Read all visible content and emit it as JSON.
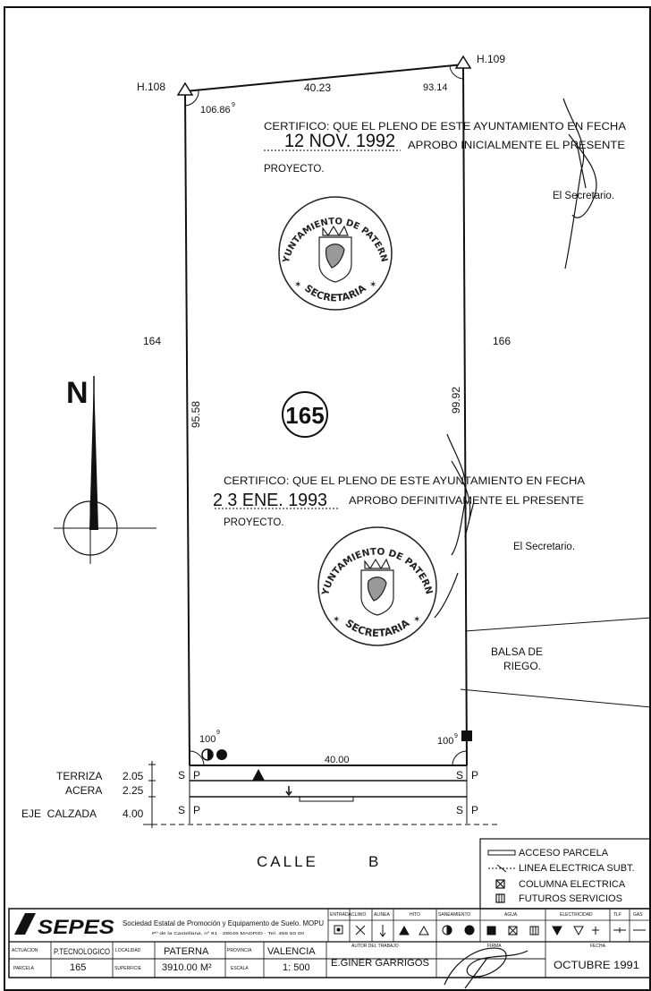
{
  "plan": {
    "markers": {
      "h108": "H.108",
      "h109": "H.109"
    },
    "angles": {
      "top_left": "106.86",
      "top_left_sup": "9",
      "top_right": "93.14",
      "bottom_left": "100",
      "bottom_left_sup": "9",
      "bottom_right": "100",
      "bottom_right_sup": "9"
    },
    "dimensions": {
      "top": "40.23",
      "left": "95.58",
      "right": "99.92",
      "bottom": "40.00"
    },
    "neighbors": {
      "left": "164",
      "right": "166"
    },
    "parcel_number": "165",
    "north_label": "N",
    "pool_label_1": "BALSA DE",
    "pool_label_2": "RIEGO.",
    "street": {
      "name": "CALLE",
      "letter": "B"
    },
    "sections": [
      {
        "label": "TERRIZA",
        "value": "2.05"
      },
      {
        "label": "ACERA",
        "value": "2.25"
      },
      {
        "label": "EJE  CALZADA",
        "value": "4.00"
      }
    ],
    "sp_left": "S",
    "sp_right": "P"
  },
  "certificates": [
    {
      "line1": "CERTIFICO: QUE EL PLENO DE ESTE AYUNTAMIENTO EN FECHA",
      "date": "12 NOV. 1992",
      "line2": "APROBO INICIALMENTE EL PRESENTE",
      "line3": "PROYECTO.",
      "secretary": "El Secretario."
    },
    {
      "line1": "CERTIFICO: QUE EL PLENO DE ESTE AYUNTAMIENTO EN FECHA",
      "date": "2 3 ENE. 1993",
      "line2": "APROBO DEFINITIVAMENTE EL PRESENTE",
      "line3": "PROYECTO.",
      "secretary": "El Secretario."
    }
  ],
  "seal": {
    "top": "AYUNTAMIENTO DE PATERNA",
    "bottom": "SECRETARIA"
  },
  "legend": [
    {
      "label": "ACCESO PARCELA",
      "icon": "access-line"
    },
    {
      "label": "LINEA ELECTRICA SUBT.",
      "icon": "dashed-line"
    },
    {
      "label": "COLUMNA ELECTRICA",
      "icon": "box-x"
    },
    {
      "label": "FUTUROS SERVICIOS",
      "icon": "box-bars"
    }
  ],
  "title_block": {
    "logo": "SEPES",
    "company": "Sociedad Estatal de Promoción y Equipamento de Suelo. MOPU",
    "address": "Pº de la Castellana, nº 91 · 28046 MADRID · Tel. 456 50 00",
    "services": {
      "entrada": "ENTRADA",
      "cliwo": "CLIWO",
      "alinea": "ALINEA",
      "hito": "HITO",
      "saneamiento": "SANEAMIENTO",
      "agua": "AGUA",
      "electricidad": "ELECTRICIDAD",
      "tlf": "TLF",
      "gas": "GAS"
    },
    "actuacion_label": "ACTUACION",
    "actuacion": "P.TECNOLOGICO",
    "localidad_label": "LOCALIDAD",
    "localidad": "PATERNA",
    "provincia_label": "PROVINCIA",
    "provincia": "VALENCIA",
    "parcela_label": "PARCELA",
    "parcela": "165",
    "superficie_label": "SUPERFICIE",
    "superficie": "3910.00 M²",
    "escala_label": "ESCALA",
    "escala": "1: 500",
    "autor_label": "AUTOR DEL TRABAJO",
    "autor": "E.GINER GARRIGOS",
    "firma_label": "FIRMA",
    "fecha_label": "FECHA",
    "fecha": "OCTUBRE 1991"
  }
}
